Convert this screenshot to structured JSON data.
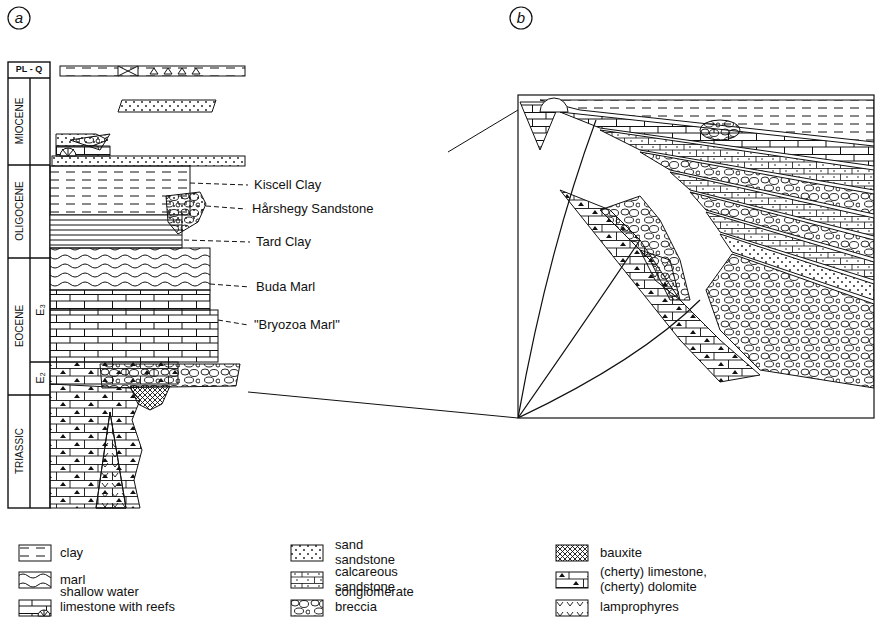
{
  "diagram": {
    "labels": [
      "a",
      "b",
      "PL - Q",
      "MIOCENE",
      "OLIGOCENE",
      "EOCENE",
      "E₃",
      "E₂",
      "TRIASSIC",
      "Kiscell Clay",
      "Hårshegy Sandstone",
      "Tard Clay",
      "Buda Marl",
      "\"Bryozoa Marl\""
    ],
    "legend": [
      {
        "text": "clay"
      },
      {
        "text": "marl"
      },
      {
        "text": "shallow water limestone with reefs"
      },
      {
        "text": "sand sandstone"
      },
      {
        "text": "calcareous sandstone"
      },
      {
        "text": "conglomerate breccia"
      },
      {
        "text": "bauxite"
      },
      {
        "text": "(cherty) limestone, (cherty) dolomite"
      },
      {
        "text": "lamprophyres"
      }
    ]
  }
}
